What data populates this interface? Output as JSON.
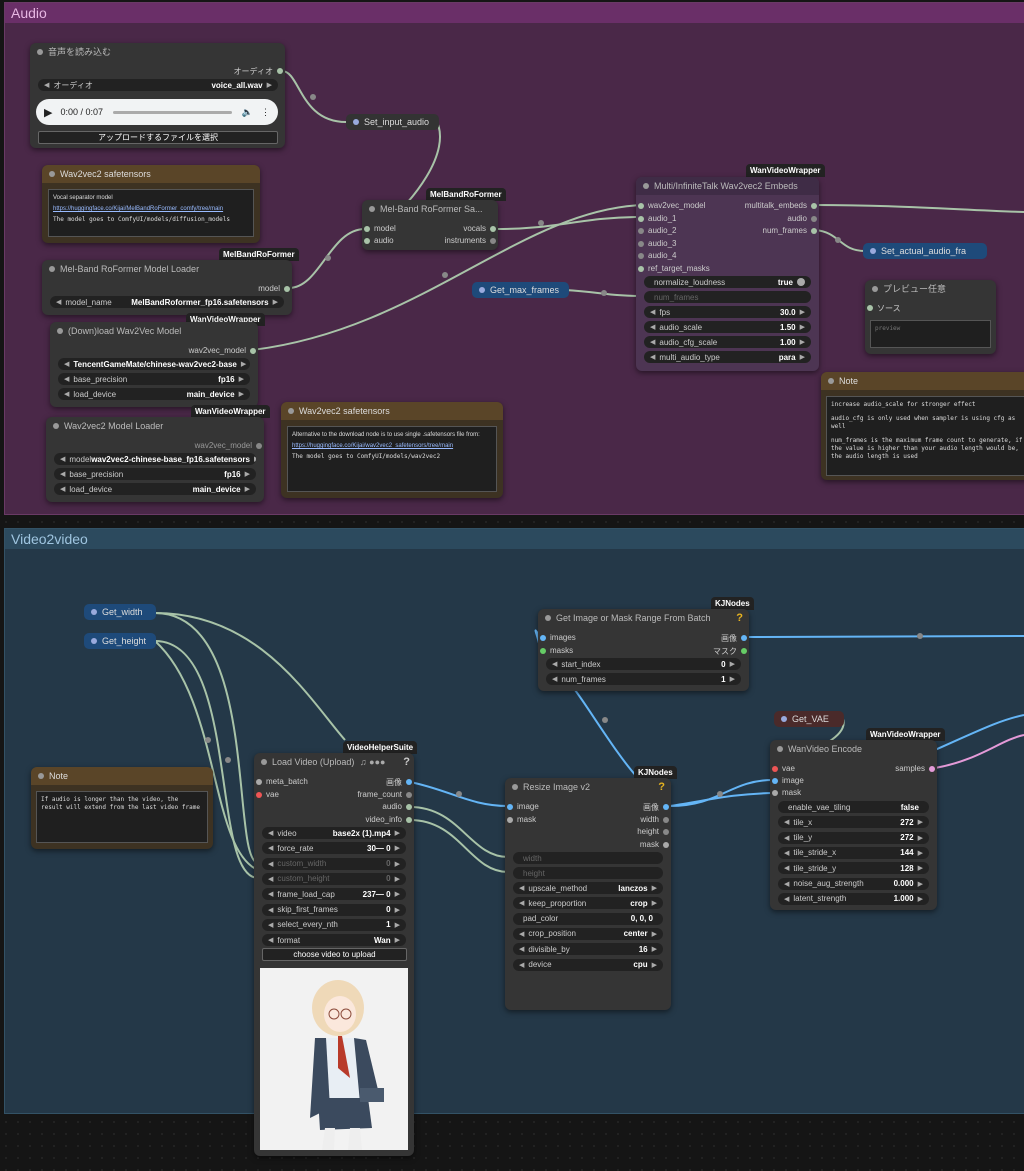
{
  "groups": {
    "audio_title": "Audio",
    "video_title": "Video2video"
  },
  "load_audio": {
    "title": "音声を読み込む",
    "output": "オーディオ",
    "widget_label": "オーディオ",
    "widget_value": "voice_all.wav",
    "player_time": "0:00 / 0:07",
    "upload_button": "アップロードするファイルを選択"
  },
  "note_melband": {
    "title": "Wav2vec2 safetensors",
    "line1": "Vocal separator model",
    "link": "https://huggingface.co/Kijai/MelBandRoFormer_comfy/tree/main",
    "line3": "The model goes to ComfyUI/models/diffusion_models"
  },
  "melband_loader": {
    "badge": "MelBandRoFormer",
    "title": "Mel-Band RoFormer Model Loader",
    "output": "model",
    "widget_label": "model_name",
    "widget_value": "MelBandRoformer_fp16.safetensors"
  },
  "wav2vec_download": {
    "badge": "WanVideoWrapper",
    "title": "(Down)load Wav2Vec Model",
    "output": "wav2vec_model",
    "w_model_value": "TencentGameMate/chinese-wav2vec2-base",
    "w_prec_label": "base_precision",
    "w_prec_value": "fp16",
    "w_dev_label": "load_device",
    "w_dev_value": "main_device"
  },
  "wav2vec_loader": {
    "badge": "WanVideoWrapper",
    "title": "Wav2vec2 Model Loader",
    "output": "wav2vec_model",
    "w_model_label": "model",
    "w_model_value": "wav2vec2-chinese-base_fp16.safetensors",
    "w_prec_label": "base_precision",
    "w_prec_value": "fp16",
    "w_dev_label": "load_device",
    "w_dev_value": "main_device"
  },
  "note_wav2vec": {
    "title": "Wav2vec2 safetensors",
    "line1": "Alternative to the download node is to use single .safetensors file from:",
    "link": "https://huggingface.co/Kijai/wav2vec2_safetensors/tree/main",
    "line3": "The model goes to ComfyUI/models/wav2vec2"
  },
  "set_input_audio": {
    "label": "Set_input_audio"
  },
  "melband_sampler": {
    "badge": "MelBandRoFormer",
    "title": "Mel-Band RoFormer Sa...",
    "in_model": "model",
    "in_audio": "audio",
    "out_vocals": "vocals",
    "out_instruments": "instruments"
  },
  "get_max_frames": {
    "label": "Get_max_frames"
  },
  "multitalk": {
    "badge": "WanVideoWrapper",
    "title": "Multi/InfiniteTalk Wav2vec2 Embeds",
    "inputs": [
      "wav2vec_model",
      "audio_1",
      "audio_2",
      "audio_3",
      "audio_4",
      "ref_target_masks"
    ],
    "outputs": [
      "multitalk_embeds",
      "audio",
      "num_frames"
    ],
    "w_norm_label": "normalize_loudness",
    "w_norm_value": "true",
    "w_numframes_label": "num_frames",
    "w_fps_label": "fps",
    "w_fps_value": "30.0",
    "w_scale_label": "audio_scale",
    "w_scale_value": "1.50",
    "w_cfg_label": "audio_cfg_scale",
    "w_cfg_value": "1.00",
    "w_type_label": "multi_audio_type",
    "w_type_value": "para"
  },
  "set_actual_audio": {
    "label": "Set_actual_audio_fra"
  },
  "preview": {
    "title": "プレビュー任意",
    "input": "ソース",
    "placeholder": "preview"
  },
  "note_main": {
    "title": "Note",
    "line1": "increase audio_scale for stronger effect",
    "line2": "audio_cfg is only used when sampler is using cfg as well",
    "line3": "num_frames is the maximum frame count to generate, if the value is higher than your audio length would be, the audio length is used"
  },
  "get_width": {
    "label": "Get_width"
  },
  "get_height": {
    "label": "Get_height"
  },
  "note_video": {
    "title": "Note",
    "text": "If audio is longer than the video, the result will extend from the last video frame"
  },
  "load_video": {
    "badge": "VideoHelperSuite",
    "title": "Load Video (Upload)",
    "in_meta": "meta_batch",
    "in_vae": "vae",
    "outputs": [
      "画像",
      "frame_count",
      "audio",
      "video_info"
    ],
    "w_video_label": "video",
    "w_video_value": "base2x (1).mp4",
    "w_force_label": "force_rate",
    "w_force_value": "30— 0",
    "w_cw_label": "custom_width",
    "w_cw_value": "0",
    "w_ch_label": "custom_height",
    "w_ch_value": "0",
    "w_cap_label": "frame_load_cap",
    "w_cap_value": "237— 0",
    "w_skip_label": "skip_first_frames",
    "w_skip_value": "0",
    "w_nth_label": "select_every_nth",
    "w_nth_value": "1",
    "w_fmt_label": "format",
    "w_fmt_value": "Wan",
    "upload_button": "choose video to upload",
    "help": "?"
  },
  "get_range": {
    "badge": "KJNodes",
    "title": "Get Image or Mask Range From Batch",
    "in_images": "images",
    "in_masks": "masks",
    "out_image": "画像",
    "out_mask": "マスク",
    "w_start_label": "start_index",
    "w_start_value": "0",
    "w_num_label": "num_frames",
    "w_num_value": "1",
    "help": "?"
  },
  "resize": {
    "badge": "KJNodes",
    "title": "Resize Image v2",
    "in_image": "image",
    "in_mask": "mask",
    "outputs": [
      "画像",
      "width",
      "height",
      "mask"
    ],
    "w_width_label": "width",
    "w_height_label": "height",
    "w_up_label": "upscale_method",
    "w_up_value": "lanczos",
    "w_keep_label": "keep_proportion",
    "w_keep_value": "crop",
    "w_pad_label": "pad_color",
    "w_pad_value": "0, 0, 0",
    "w_crop_label": "crop_position",
    "w_crop_value": "center",
    "w_div_label": "divisible_by",
    "w_div_value": "16",
    "w_dev_label": "device",
    "w_dev_value": "cpu",
    "help": "?"
  },
  "get_vae": {
    "label": "Get_VAE"
  },
  "encode": {
    "badge": "WanVideoWrapper",
    "title": "WanVideo Encode",
    "in_vae": "vae",
    "in_image": "image",
    "in_mask": "mask",
    "output": "samples",
    "w_tiling_label": "enable_vae_tiling",
    "w_tiling_value": "false",
    "w_tx_label": "tile_x",
    "w_tx_value": "272",
    "w_ty_label": "tile_y",
    "w_ty_value": "272",
    "w_tsx_label": "tile_stride_x",
    "w_tsx_value": "144",
    "w_tsy_label": "tile_stride_y",
    "w_tsy_value": "128",
    "w_noise_label": "noise_aug_strength",
    "w_noise_value": "0.000",
    "w_latent_label": "latent_strength",
    "w_latent_value": "1.000"
  },
  "colors": {
    "audio_group": "#4a2848",
    "video_group": "#243848",
    "wire_image": "#64b5f6",
    "wire_audio": "#a8c3a8",
    "wire_latent": "#e49ad8"
  }
}
